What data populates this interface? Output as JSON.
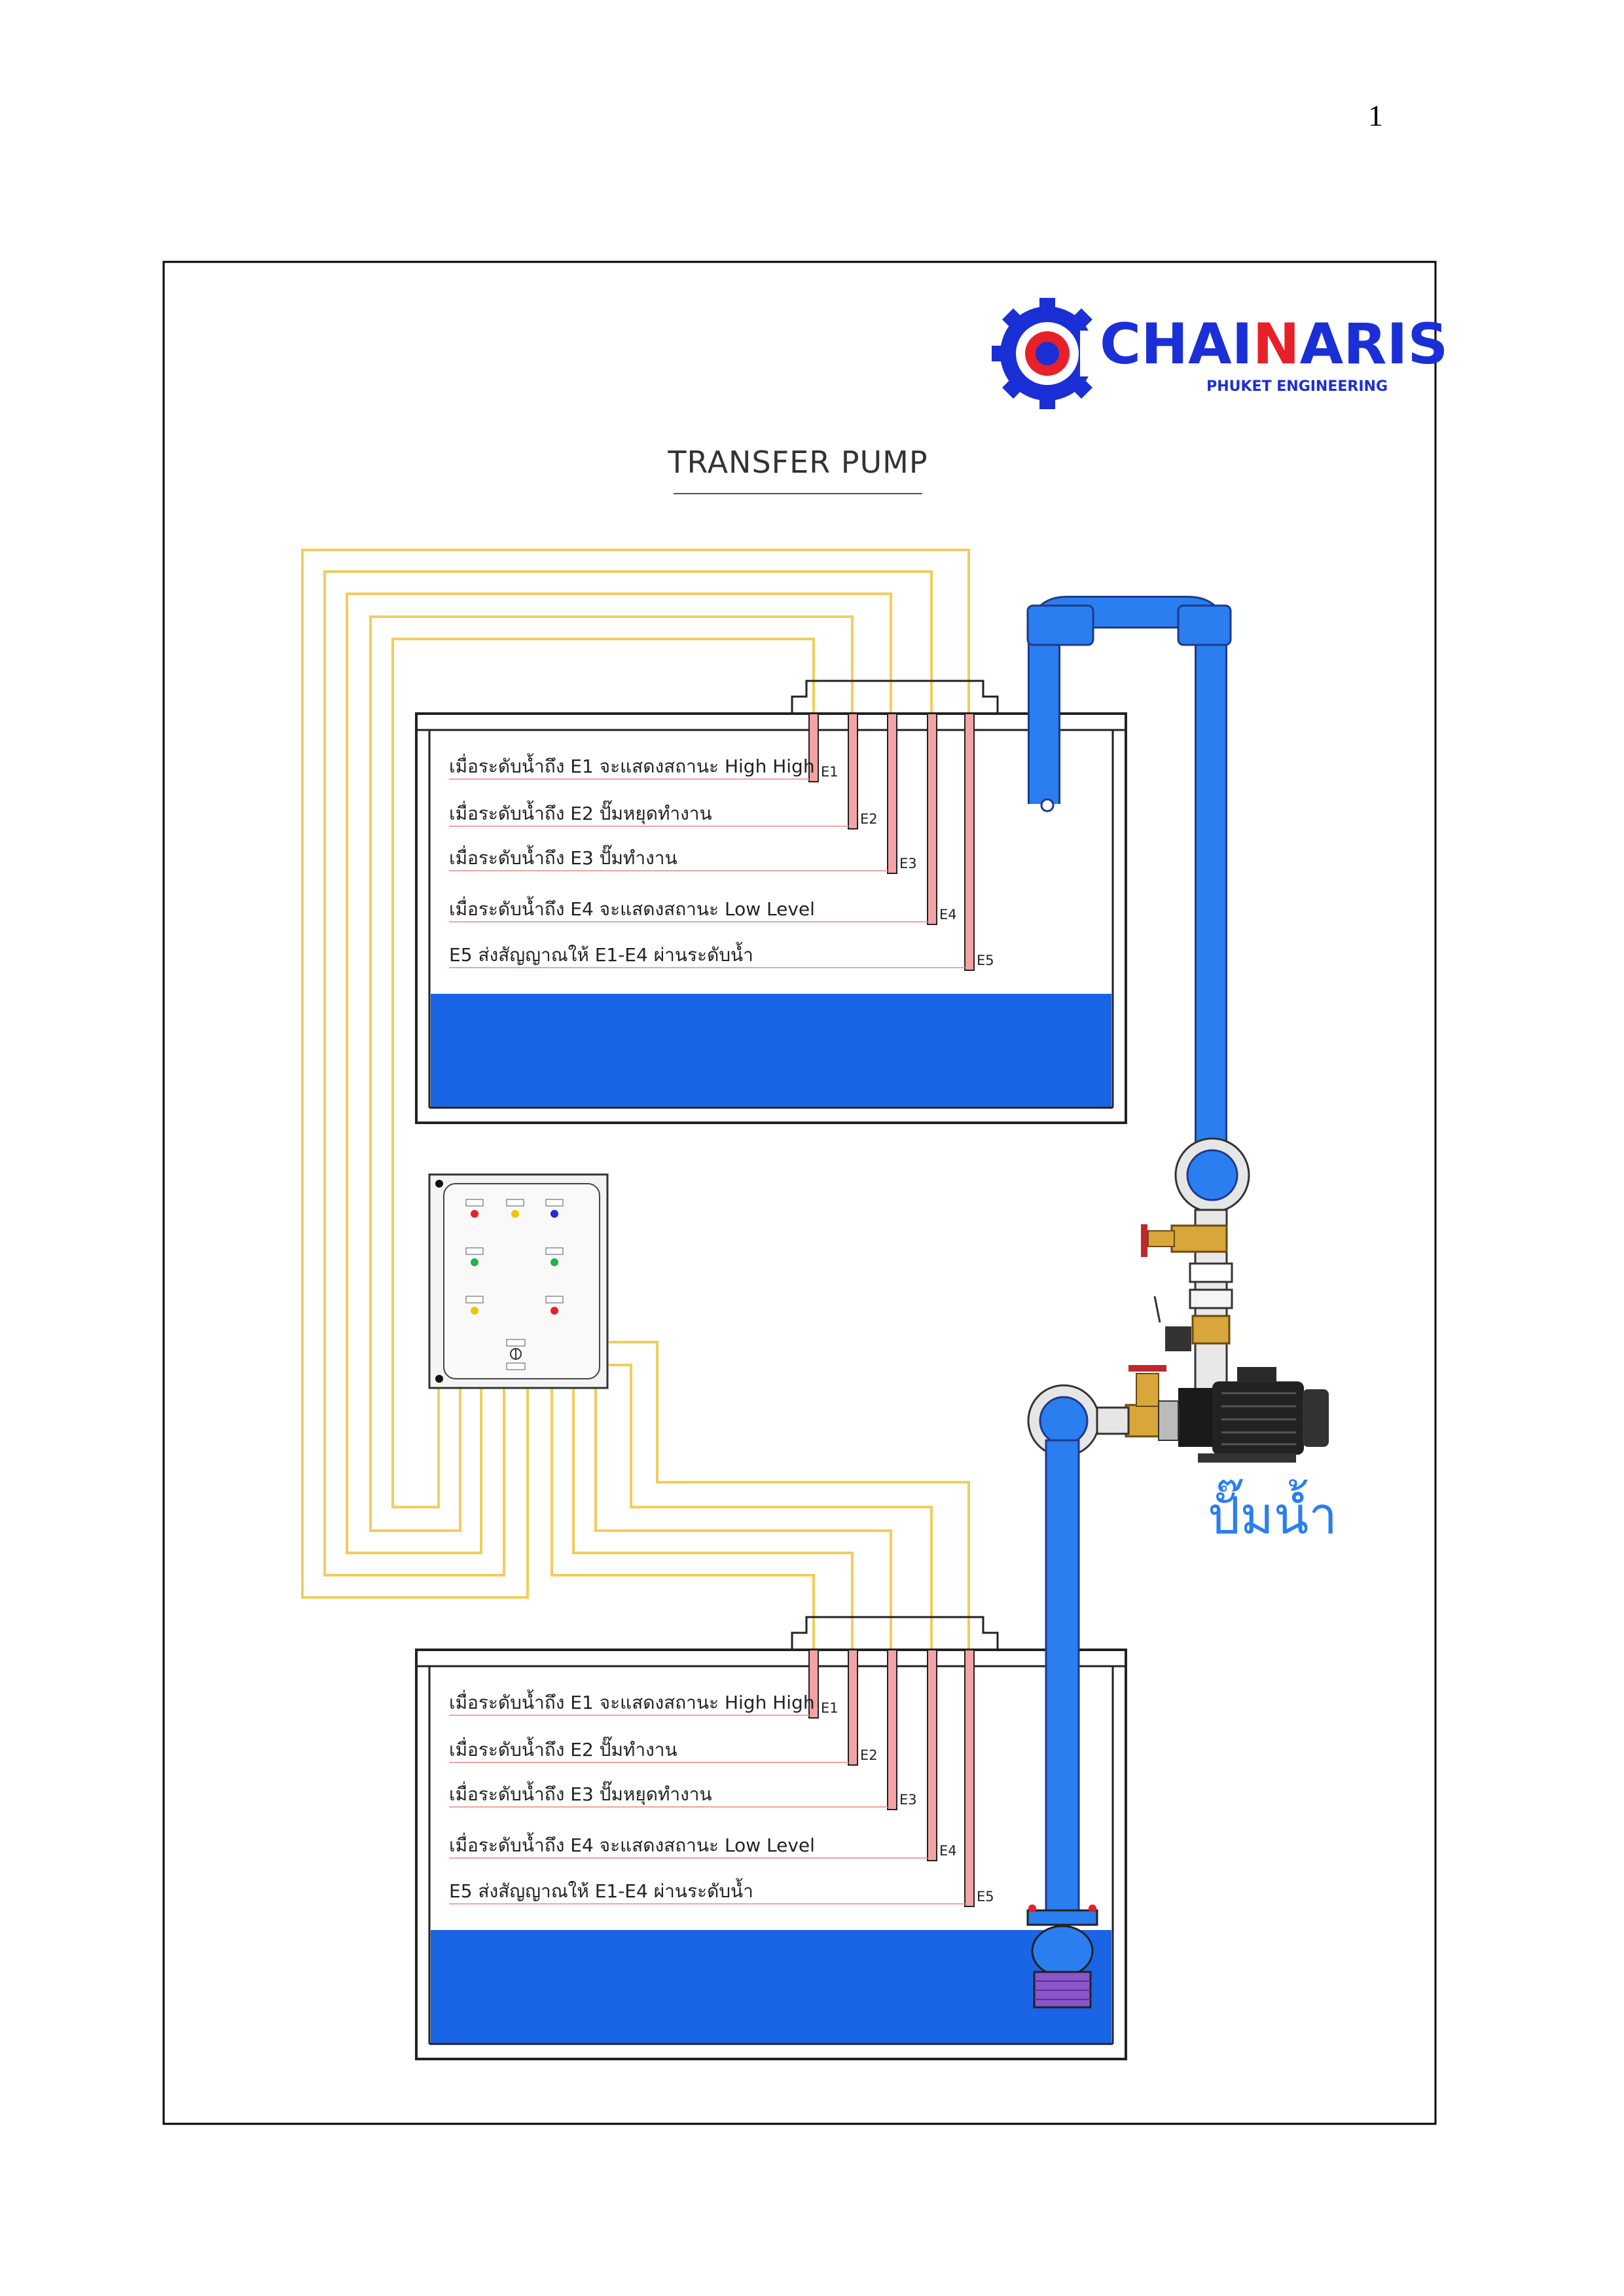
{
  "page": {
    "number": "1"
  },
  "header": {
    "title": "TRANSFER PUMP",
    "brand": {
      "name_part1": "CHAI",
      "name_part2": "N",
      "name_part3": "ARIS",
      "subtitle": "PHUKET ENGINEERING"
    }
  },
  "colors": {
    "water": "#1a64e6",
    "pipe": "#2a7ef0",
    "wire": "#f2cd5c",
    "electrode": "#f3a3a3",
    "brand_blue": "#1a2fd6",
    "brand_red": "#e8202a"
  },
  "upper_tank": {
    "rows": [
      {
        "label": "เมื่อระดับน้ำถึง E1 จะแสดงสถานะ High High",
        "electrode": "E1"
      },
      {
        "label": "เมื่อระดับน้ำถึง E2 ปั๊มหยุดทำงาน",
        "electrode": "E2"
      },
      {
        "label": "เมื่อระดับน้ำถึง E3 ปั๊มทำงาน",
        "electrode": "E3"
      },
      {
        "label": "เมื่อระดับน้ำถึง E4 จะแสดงสถานะ Low Level",
        "electrode": "E4"
      },
      {
        "label": "E5 ส่งสัญญาณให้ E1-E4 ผ่านระดับน้ำ",
        "electrode": "E5"
      }
    ]
  },
  "lower_tank": {
    "rows": [
      {
        "label": "เมื่อระดับน้ำถึง E1 จะแสดงสถานะ High High",
        "electrode": "E1"
      },
      {
        "label": "เมื่อระดับน้ำถึง E2 ปั๊มทำงาน",
        "electrode": "E2"
      },
      {
        "label": "เมื่อระดับน้ำถึง E3 ปั๊มหยุดทำงาน",
        "electrode": "E3"
      },
      {
        "label": "เมื่อระดับน้ำถึง E4 จะแสดงสถานะ Low Level",
        "electrode": "E4"
      },
      {
        "label": "E5 ส่งสัญญาณให้ E1-E4 ผ่านระดับน้ำ",
        "electrode": "E5"
      }
    ]
  },
  "pump": {
    "label": "ปั๊มน้ำ"
  }
}
